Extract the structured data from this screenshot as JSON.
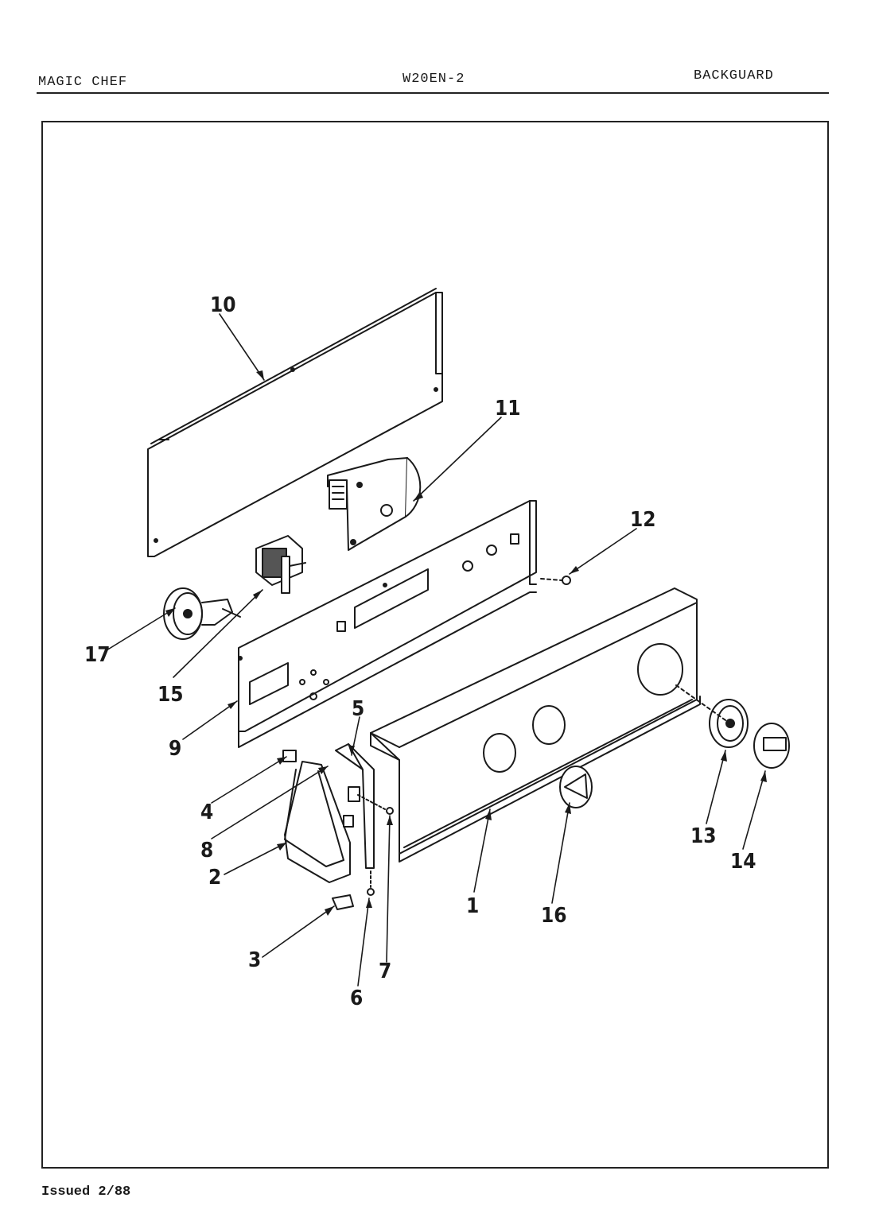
{
  "header": {
    "brand": "MAGIC CHEF",
    "model": "W20EN-2",
    "section": "BACKGUARD"
  },
  "footer": {
    "issued": "Issued 2/88"
  },
  "callouts": {
    "p1": "1",
    "p2": "2",
    "p3": "3",
    "p4": "4",
    "p5": "5",
    "p6": "6",
    "p7": "7",
    "p8": "8",
    "p9": "9",
    "p10": "10",
    "p11": "11",
    "p12": "12",
    "p13": "13",
    "p14": "14",
    "p15": "15",
    "p16": "16",
    "p17": "17"
  },
  "colors": {
    "ink": "#1a1a1a",
    "paper": "#ffffff"
  }
}
